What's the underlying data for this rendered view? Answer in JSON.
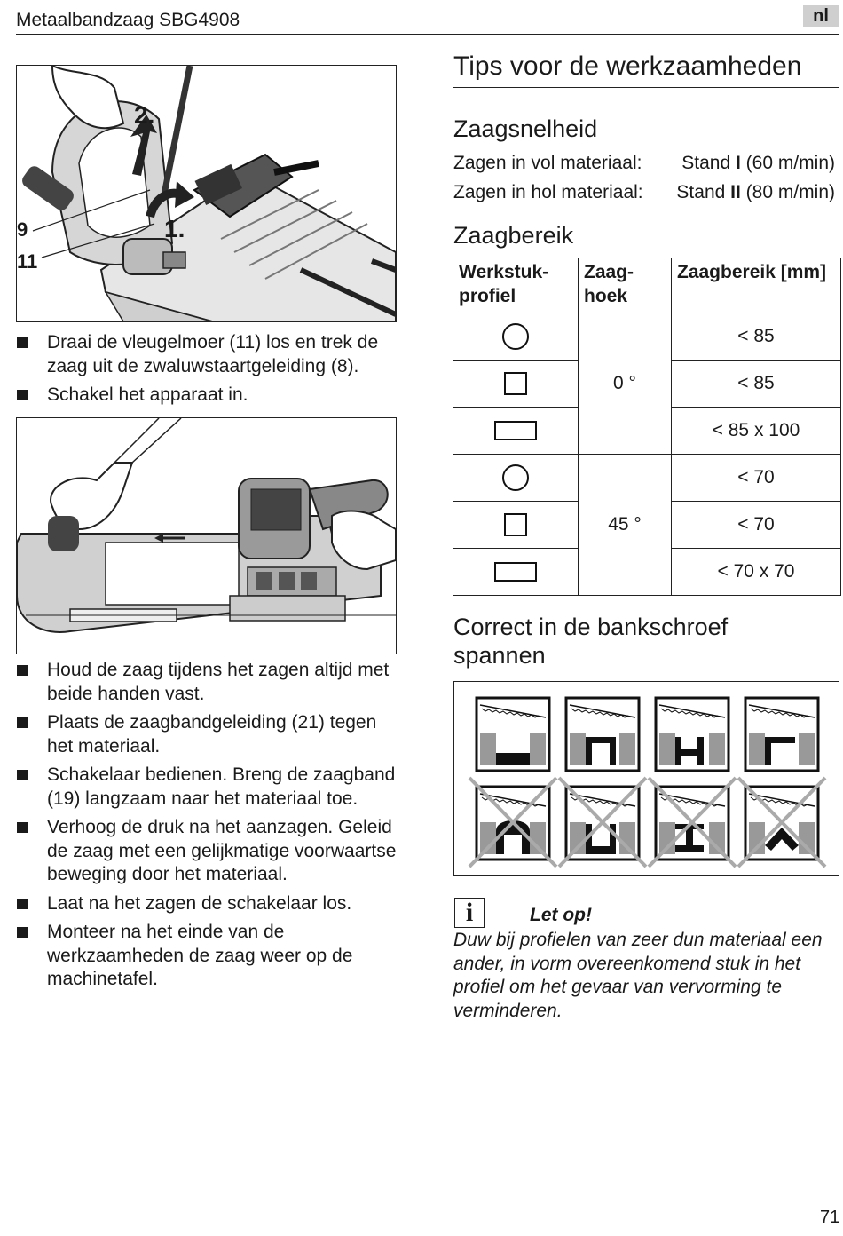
{
  "header": {
    "title": "Metaalbandzaag SBG4908",
    "lang": "nl"
  },
  "figure1": {
    "step1": "1.",
    "step2": "2.",
    "label9": "9",
    "label11": "11"
  },
  "steps1": [
    "Draai de vleugelmoer (11) los en trek de zaag uit de zwaluwstaartgeleiding (8).",
    "Schakel het apparaat in."
  ],
  "steps2": [
    "Houd de zaag tijdens het zagen altijd met beide handen vast.",
    "Plaats de zaagbandgeleiding (21) tegen het materiaal.",
    "Schakelaar bedienen. Breng de zaagband (19) langzaam naar het materiaal toe.",
    "Verhoog de druk na het aanzagen. Geleid de zaag met een gelijkmatige voorwaartse beweging door het materiaal.",
    "Laat na het zagen de schakelaar los.",
    "Monteer na het einde van de werkzaamheden de zaag weer op de machinetafel."
  ],
  "tips": {
    "title": "Tips voor de werkzaamheden",
    "speed_title": "Zaagsnelheid",
    "speed_rows": [
      {
        "label": "Zagen in vol materiaal:",
        "pre": "Stand ",
        "stand": "I",
        "post": " (60 m/min)"
      },
      {
        "label": "Zagen in hol materiaal:",
        "pre": "Stand ",
        "stand": "II",
        "post": " (80 m/min)"
      }
    ],
    "range_title": "Zaagbereik",
    "table": {
      "headers": [
        "Werkstuk-\nprofiel",
        "Zaag-\nhoek",
        "Zaagbereik [mm]"
      ],
      "angles": [
        "0 °",
        "45 °"
      ],
      "values": [
        "< 85",
        "< 85",
        "< 85 x 100",
        "< 70",
        "< 70",
        "< 70 x 70"
      ],
      "profiles": [
        "circle",
        "square",
        "rectangle",
        "circle",
        "square",
        "rectangle"
      ]
    },
    "clamp_title": "Correct in de bankschroef spannen"
  },
  "note": {
    "title": "Let op!",
    "body": "Duw bij profielen van zeer dun materiaal een ander, in vorm overeenkomend stuk in het profiel om het gevaar van vervorming te verminderen."
  },
  "page_number": "71"
}
